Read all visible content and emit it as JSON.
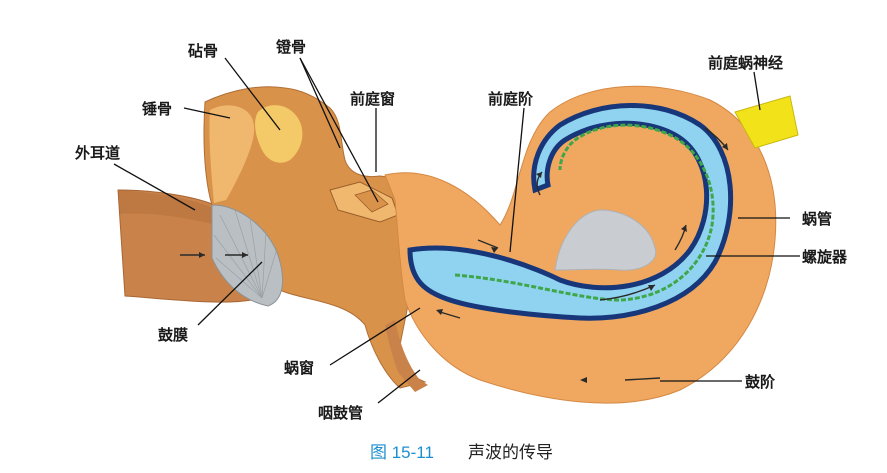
{
  "labels": {
    "zhen_gu": "砧骨",
    "deng_gu": "镫骨",
    "chui_gu": "锤骨",
    "qian_ting_chuang": "前庭窗",
    "qian_ting_jie": "前庭阶",
    "qian_ting_wo_shen_jing": "前庭蜗神经",
    "wai_er_dao": "外耳道",
    "wo_guan": "蜗管",
    "luo_xuan_qi": "螺旋器",
    "gu_mo": "鼓膜",
    "wo_chuang": "蜗窗",
    "gu_jie": "鼓阶",
    "yan_gu_guan": "咽鼓管"
  },
  "caption": {
    "number": "图 15-11",
    "title": "声波的传导"
  },
  "colors": {
    "bone": "#d9924a",
    "bone_light": "#f0b86e",
    "ossicle_highlight": "#f6cf6a",
    "canal": "#c9834a",
    "membrane": "#b9bfc3",
    "cochlea_outer": "#f0a860",
    "cochlea_inner": "#f7c48c",
    "duct_blue": "#8fd3f0",
    "duct_dark": "#17377a",
    "organ_green": "#3fa64a",
    "nerve_yellow": "#f2e21a",
    "caption_blue": "#1c8fd0"
  }
}
